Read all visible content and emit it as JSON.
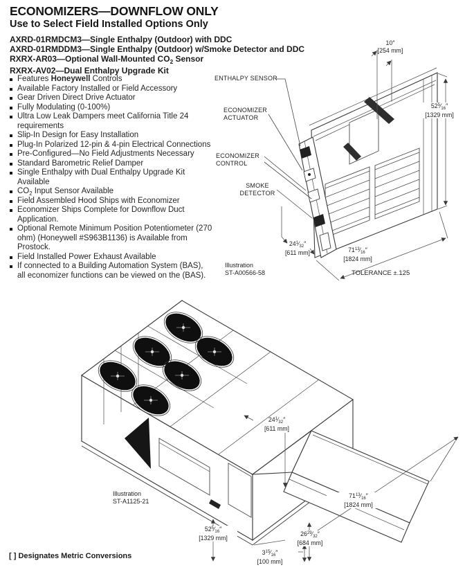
{
  "header": {
    "title": "ECONOMIZERS—DOWNFLOW ONLY",
    "subtitle": "Use to Select Field Installed Options Only",
    "models": [
      {
        "segments": [
          {
            "t": "AXRD-01RMDCM3—Single Enthalpy (Outdoor) with DDC"
          }
        ]
      },
      {
        "segments": [
          {
            "t": "AXRD-01RMDDM3—Single Enthalpy (Outdoor) w/Smoke Detector and DDC"
          }
        ]
      },
      {
        "segments": [
          {
            "t": "RXRX-AR03—Optional Wall-Mounted CO"
          },
          {
            "t": "2",
            "s": "sub"
          },
          {
            "t": " Sensor"
          }
        ]
      },
      {
        "segments": [
          {
            "t": "RXRX-AV02—Dual Enthalpy Upgrade Kit"
          }
        ]
      }
    ]
  },
  "features": [
    {
      "segments": [
        {
          "t": "Features "
        },
        {
          "t": "Honeywell",
          "s": "b"
        },
        {
          "t": " Controls"
        }
      ]
    },
    {
      "segments": [
        {
          "t": "Available Factory Installed or Field Accessory"
        }
      ]
    },
    {
      "segments": [
        {
          "t": "Gear Driven Direct Drive Actuator"
        }
      ]
    },
    {
      "segments": [
        {
          "t": "Fully Modulating (0-100%)"
        }
      ]
    },
    {
      "segments": [
        {
          "t": "Ultra Low Leak Dampers meet California Title 24 requirements"
        }
      ]
    },
    {
      "segments": [
        {
          "t": "Slip-In Design for Easy Installation"
        }
      ]
    },
    {
      "segments": [
        {
          "t": "Plug-In Polarized 12-pin & 4-pin Electrical Connections"
        }
      ]
    },
    {
      "segments": [
        {
          "t": "Pre-Configured—No Field Adjustments Necessary"
        }
      ]
    },
    {
      "segments": [
        {
          "t": "Standard Barometric Relief Damper"
        }
      ]
    },
    {
      "segments": [
        {
          "t": "Single Enthalpy with Dual Enthalpy Upgrade Kit Available"
        }
      ]
    },
    {
      "segments": [
        {
          "t": "CO"
        },
        {
          "t": "2",
          "s": "sub"
        },
        {
          "t": " Input Sensor Available"
        }
      ]
    },
    {
      "segments": [
        {
          "t": "Field Assembled Hood Ships with Economizer"
        }
      ]
    },
    {
      "segments": [
        {
          "t": "Economizer Ships Complete for Downflow Duct Application."
        }
      ]
    },
    {
      "segments": [
        {
          "t": "Optional Remote Minimum Position Potentiometer (270 ohm) (Honeywell #S963B1136) is Available from Prostock."
        }
      ]
    },
    {
      "segments": [
        {
          "t": "Field Installed Power Exhaust Available"
        }
      ]
    },
    {
      "segments": [
        {
          "t": "If connected to a Building Automation System (BAS), all economizer functions can be viewed on the (BAS)."
        }
      ]
    }
  ],
  "top_illustration": {
    "callouts": {
      "enthalpy_sensor": "ENTHALPY SENSOR",
      "economizer_actuator": "ECONOMIZER ACTUATOR",
      "economizer_control": "ECONOMIZER CONTROL",
      "smoke_detector": "SMOKE DETECTOR"
    },
    "dimensions": {
      "top_width": {
        "in": [
          {
            "t": "10″"
          }
        ],
        "mm": "[254 mm]"
      },
      "height": {
        "in": [
          {
            "t": "52"
          },
          {
            "t": "5",
            "s": "sup"
          },
          {
            "t": "⁄"
          },
          {
            "t": "16",
            "s": "sub"
          },
          {
            "t": "″"
          }
        ],
        "mm": "[1329 mm]"
      },
      "length": {
        "in": [
          {
            "t": "71"
          },
          {
            "t": "13",
            "s": "sup"
          },
          {
            "t": "⁄"
          },
          {
            "t": "16",
            "s": "sub"
          },
          {
            "t": "″"
          }
        ],
        "mm": "[1824 mm]"
      },
      "depth": {
        "in": [
          {
            "t": "24"
          },
          {
            "t": "1",
            "s": "sup"
          },
          {
            "t": "⁄"
          },
          {
            "t": "32",
            "s": "sub"
          },
          {
            "t": "″"
          }
        ],
        "mm": "[611 mm]"
      }
    },
    "credit": {
      "line1": "Illustration",
      "line2": "ST-A00566-58"
    },
    "tolerance": "TOLERANCE ±.125"
  },
  "bottom_illustration": {
    "dimensions": {
      "hood_depth": {
        "in": [
          {
            "t": "24"
          },
          {
            "t": "1",
            "s": "sup"
          },
          {
            "t": "⁄"
          },
          {
            "t": "32",
            "s": "sub"
          },
          {
            "t": "″"
          }
        ],
        "mm": "[611 mm]"
      },
      "width": {
        "in": [
          {
            "t": "71"
          },
          {
            "t": "13",
            "s": "sup"
          },
          {
            "t": "⁄"
          },
          {
            "t": "16",
            "s": "sub"
          },
          {
            "t": "″"
          }
        ],
        "mm": "[1824 mm]"
      },
      "hood_height": {
        "in": [
          {
            "t": "26"
          },
          {
            "t": "29",
            "s": "sup"
          },
          {
            "t": "⁄"
          },
          {
            "t": "32",
            "s": "sub"
          },
          {
            "t": "″"
          }
        ],
        "mm": "[684 mm]"
      },
      "base_height": {
        "in": [
          {
            "t": "3"
          },
          {
            "t": "15",
            "s": "sup"
          },
          {
            "t": "⁄"
          },
          {
            "t": "16",
            "s": "sub"
          },
          {
            "t": "″"
          }
        ],
        "mm": "[100 mm]"
      },
      "unit_height": {
        "in": [
          {
            "t": "52"
          },
          {
            "t": "5",
            "s": "sup"
          },
          {
            "t": "⁄"
          },
          {
            "t": "16",
            "s": "sub"
          },
          {
            "t": "″"
          }
        ],
        "mm": "[1329 mm]"
      }
    },
    "credit": {
      "line1": "Illustration",
      "line2": "ST-A1125-21"
    }
  },
  "footer": {
    "metric_note": "[  ] Designates Metric Conversions"
  }
}
